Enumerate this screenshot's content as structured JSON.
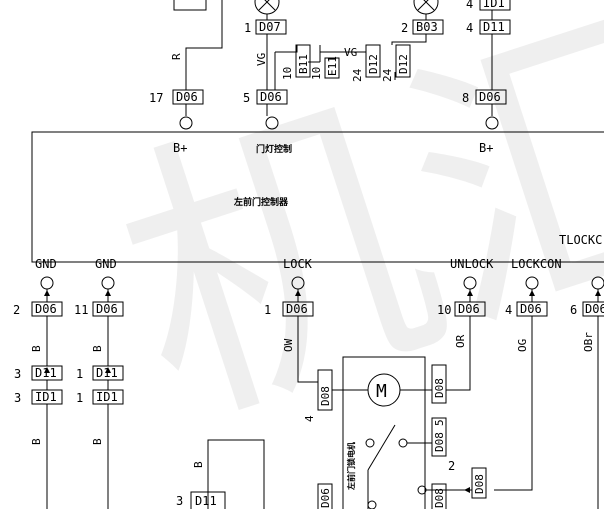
{
  "module": {
    "title": "左前门控制器",
    "pin_b_plus_left": "B+",
    "pin_door_ctrl": "门灯控制",
    "pin_b_plus_right": "B+",
    "pin_gnd_1": "GND",
    "pin_gnd_2": "GND",
    "pin_lock": "LOCK",
    "pin_unlock": "UNLOCK",
    "pin_lockcon": "LOCKCON",
    "pin_tlock": "TLOCKC"
  },
  "pin_numbers": {
    "p17": "17",
    "p5": "5",
    "p8": "8",
    "g2": "2",
    "g11": "11",
    "l1": "1",
    "u10": "10",
    "c4": "4",
    "t6": "6"
  },
  "connectors": {
    "d06_a": "D06",
    "d06_b": "D06",
    "d06_c": "D06",
    "d06_gnd1": "D06",
    "d06_gnd2": "D06",
    "d06_lock": "D06",
    "d06_unlock": "D06",
    "d06_lockcon": "D06",
    "d06_tlock": "D06",
    "d07": "D07",
    "b03": "B03",
    "d11_top": "D11",
    "id1_top": "ID1",
    "b11": "B11",
    "e11": "E11",
    "d12": "D12",
    "d12b": "D12",
    "d11_g1": "D11",
    "id1_g1": "ID1",
    "d11_g2": "D11",
    "id1_g2": "ID1",
    "d08_a": "D08",
    "d08_b": "D08",
    "d08_c": "D08",
    "d08_d": "D08",
    "d11_bottom": "D11",
    "d06_bottom": "D06",
    "d08_bottom": "D08"
  },
  "connector_pins": {
    "d07": "1",
    "b03": "2",
    "d11_top": "4",
    "id1_top": "4",
    "b11": "10",
    "e11": "10",
    "d12": "24",
    "d12b": "24",
    "d11_g1": "3",
    "id1_g1": "3",
    "d11_g2": "1",
    "id1_g2": "1",
    "d08_a": "4",
    "d08_b": "5",
    "d08_c": "2",
    "d11_bottom": "3"
  },
  "wire_colors": {
    "r": "R",
    "vg_left": "VG",
    "vg_mid": "VG",
    "b_gnd1": "B",
    "b_gnd2": "B",
    "b_gnd1_lower": "B",
    "b_gnd2_lower": "B",
    "ow": "OW",
    "or": "OR",
    "og": "OG",
    "obr": "OBr",
    "b_switch": "B"
  },
  "motor": {
    "label": "M",
    "box_label": "左前门锁电机"
  },
  "watermark": "机汇"
}
